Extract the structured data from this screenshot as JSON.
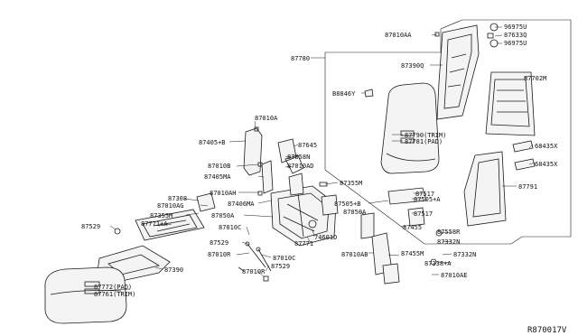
{
  "callouts": [
    {
      "id": "c1",
      "text": "96975U"
    },
    {
      "id": "c2",
      "text": "87633Q"
    },
    {
      "id": "c3",
      "text": "96975U"
    },
    {
      "id": "c4",
      "text": "87010AA"
    },
    {
      "id": "c5",
      "text": "87780"
    },
    {
      "id": "c6",
      "text": "87390Q"
    },
    {
      "id": "c7",
      "text": "87702M"
    },
    {
      "id": "c8",
      "text": "B8846Y"
    },
    {
      "id": "c9",
      "text": "87010A"
    },
    {
      "id": "c10",
      "text": "87405+B"
    },
    {
      "id": "c11",
      "text": "87645"
    },
    {
      "id": "c12",
      "text": "87790(TRIM)"
    },
    {
      "id": "c13",
      "text": "87781(PAD)"
    },
    {
      "id": "c14",
      "text": "68435X"
    },
    {
      "id": "c15",
      "text": "68435X"
    },
    {
      "id": "c16",
      "text": "87858N"
    },
    {
      "id": "c17",
      "text": "87010B"
    },
    {
      "id": "c18",
      "text": "87010AD"
    },
    {
      "id": "c19",
      "text": "87405MA"
    },
    {
      "id": "c20",
      "text": "87355M"
    },
    {
      "id": "c21",
      "text": "87791"
    },
    {
      "id": "c22",
      "text": "87010AH"
    },
    {
      "id": "c23",
      "text": "87308"
    },
    {
      "id": "c24",
      "text": "87406MA"
    },
    {
      "id": "c25",
      "text": "87517"
    },
    {
      "id": "c26",
      "text": "87010AG"
    },
    {
      "id": "c27",
      "text": "87505+B"
    },
    {
      "id": "c28",
      "text": "87505+A"
    },
    {
      "id": "c29",
      "text": "87355M"
    },
    {
      "id": "c30",
      "text": "87050A"
    },
    {
      "id": "c31",
      "text": "87050A"
    },
    {
      "id": "c32",
      "text": "87517"
    },
    {
      "id": "c33",
      "text": "87529"
    },
    {
      "id": "c34",
      "text": "87771+A"
    },
    {
      "id": "c35",
      "text": "87010C"
    },
    {
      "id": "c36",
      "text": "74601D"
    },
    {
      "id": "c37",
      "text": "87455"
    },
    {
      "id": "c38",
      "text": "87558R"
    },
    {
      "id": "c39",
      "text": "87529"
    },
    {
      "id": "c40",
      "text": "87771"
    },
    {
      "id": "c41",
      "text": "87332N"
    },
    {
      "id": "c42",
      "text": "87010R"
    },
    {
      "id": "c43",
      "text": "87010AB"
    },
    {
      "id": "c44",
      "text": "87455M"
    },
    {
      "id": "c45",
      "text": "87010C"
    },
    {
      "id": "c46",
      "text": "87332N"
    },
    {
      "id": "c47",
      "text": "87529"
    },
    {
      "id": "c48",
      "text": "87338+A"
    },
    {
      "id": "c49",
      "text": "87390"
    },
    {
      "id": "c50",
      "text": "87010R"
    },
    {
      "id": "c51",
      "text": "87010AE"
    },
    {
      "id": "c52",
      "text": "87772(PAD)"
    },
    {
      "id": "c53",
      "text": "87761(TRIM)"
    }
  ],
  "reference_code": "R870017V"
}
